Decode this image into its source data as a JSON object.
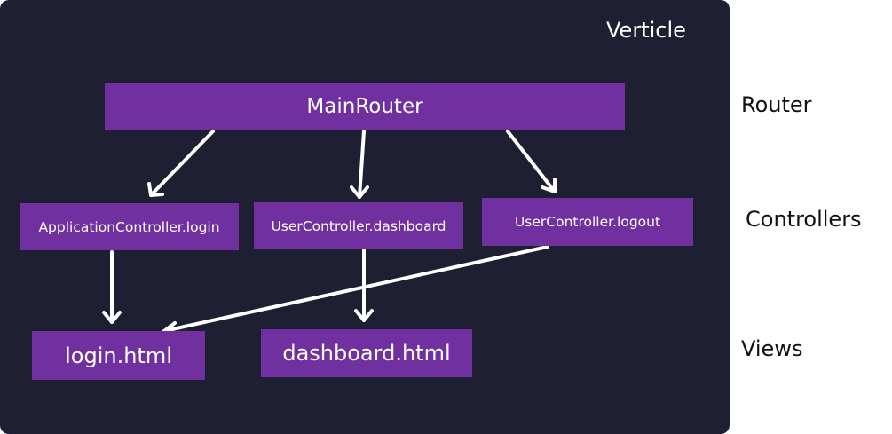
{
  "container": {
    "title": "Verticle"
  },
  "nodes": {
    "main_router": "MainRouter",
    "application_controller_login": "ApplicationController.login",
    "user_controller_dashboard": "UserController.dashboard",
    "user_controller_logout": "UserController.logout",
    "login_view": "login.html",
    "dashboard_view": "dashboard.html"
  },
  "row_labels": {
    "router": "Router",
    "controllers": "Controllers",
    "views": "Views"
  },
  "edges": [
    {
      "from": "MainRouter",
      "to": "ApplicationController.login"
    },
    {
      "from": "MainRouter",
      "to": "UserController.dashboard"
    },
    {
      "from": "MainRouter",
      "to": "UserController.logout"
    },
    {
      "from": "ApplicationController.login",
      "to": "login.html"
    },
    {
      "from": "UserController.dashboard",
      "to": "dashboard.html"
    },
    {
      "from": "UserController.logout",
      "to": "login.html"
    }
  ],
  "colors": {
    "panel_background": "#1f1f33",
    "node_fill": "#7030a0",
    "arrow": "#ffffff",
    "label_text": "#111111"
  }
}
